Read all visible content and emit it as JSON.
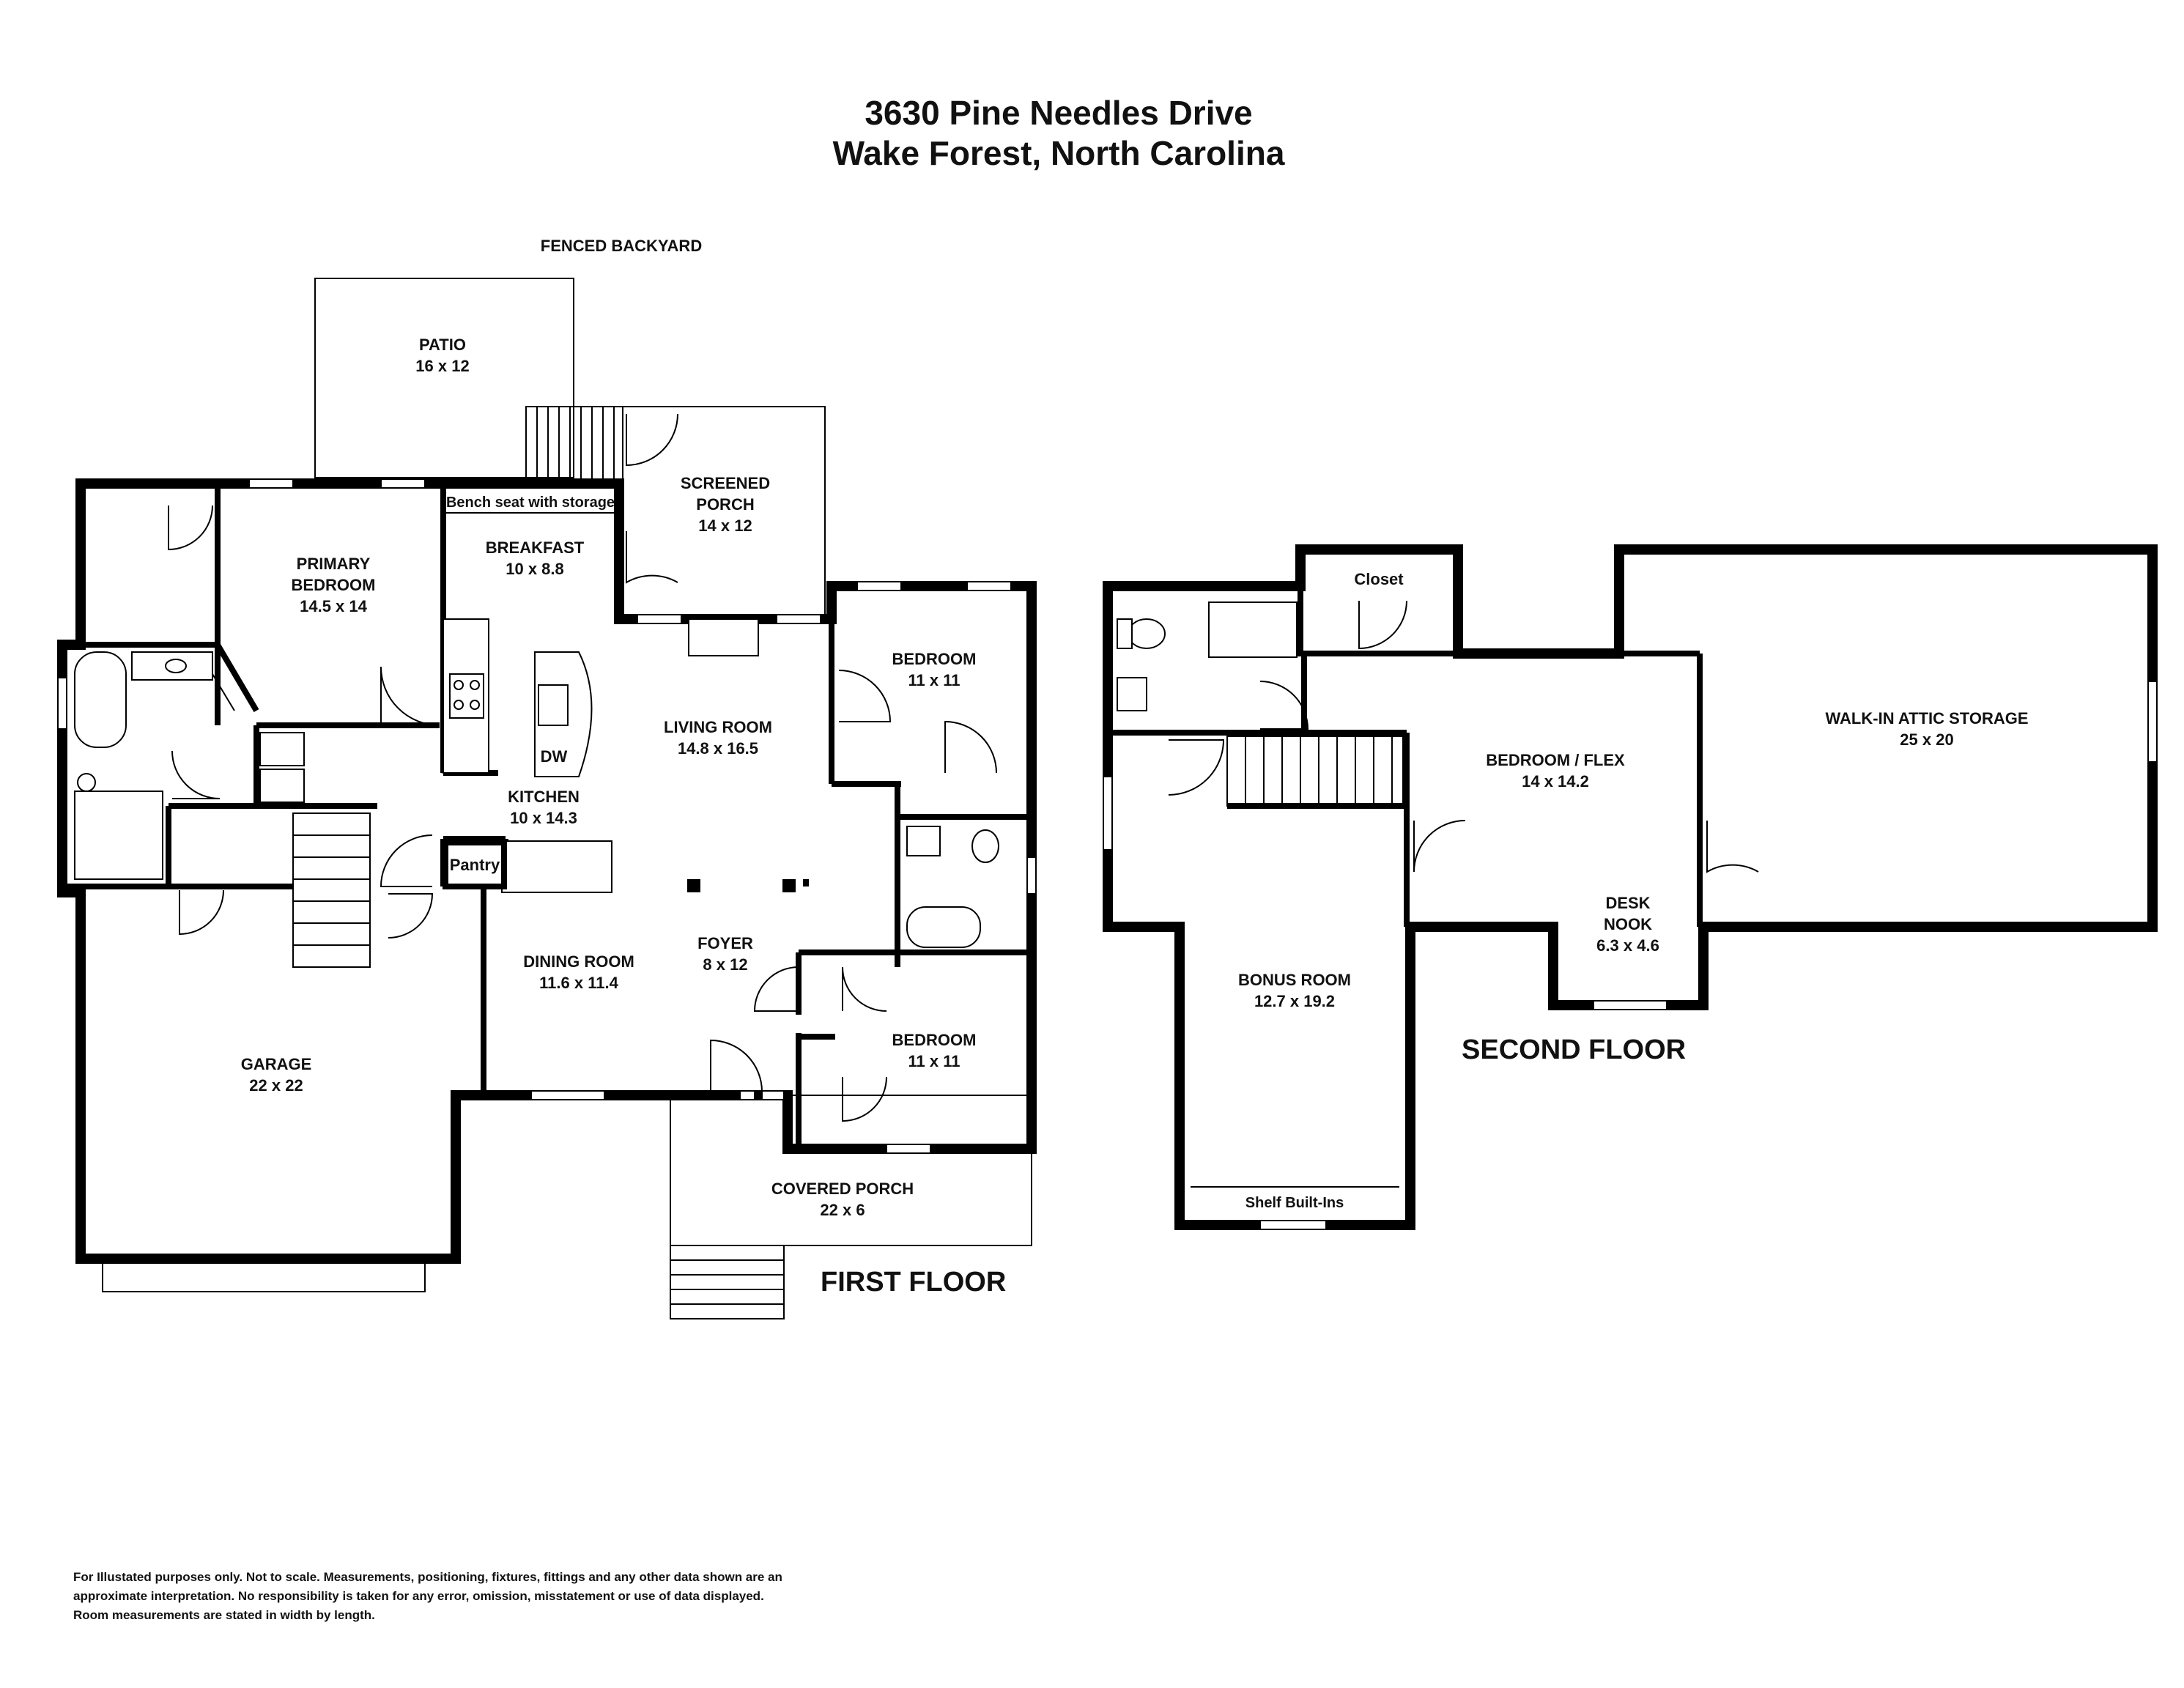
{
  "header": {
    "address_line1": "3630 Pine Needles Drive",
    "address_line2": "Wake Forest, North Carolina"
  },
  "first_floor": {
    "floor_label": "FIRST FLOOR",
    "outdoor_label": "FENCED BACKYARD",
    "bench_label": "Bench seat with storage",
    "dw_label": "DW",
    "pantry_label": "Pantry",
    "rooms": {
      "patio": {
        "name": "PATIO",
        "size": "16 x 12"
      },
      "screened_porch": {
        "name1": "SCREENED",
        "name2": "PORCH",
        "size": "14 x 12"
      },
      "primary_bedroom": {
        "name1": "PRIMARY",
        "name2": "BEDROOM",
        "size": "14.5 x 14"
      },
      "breakfast": {
        "name": "BREAKFAST",
        "size": "10 x 8.8"
      },
      "bedroom_upper": {
        "name": "BEDROOM",
        "size": "11 x 11"
      },
      "living_room": {
        "name": "LIVING ROOM",
        "size": "14.8 x 16.5"
      },
      "kitchen": {
        "name": "KITCHEN",
        "size": "10 x 14.3"
      },
      "dining_room": {
        "name": "DINING ROOM",
        "size": "11.6 x 11.4"
      },
      "foyer": {
        "name": "FOYER",
        "size": "8 x 12"
      },
      "bedroom_lower": {
        "name": "BEDROOM",
        "size": "11 x 11"
      },
      "garage": {
        "name": "GARAGE",
        "size": "22 x 22"
      },
      "covered_porch": {
        "name": "COVERED PORCH",
        "size": "22 x 6"
      }
    }
  },
  "second_floor": {
    "floor_label": "SECOND FLOOR",
    "closet_label": "Closet",
    "shelf_label": "Shelf Built-Ins",
    "rooms": {
      "bedroom_flex": {
        "name": "BEDROOM / FLEX",
        "size": "14 x 14.2"
      },
      "attic": {
        "name": "WALK-IN ATTIC STORAGE",
        "size": "25 x 20"
      },
      "desk_nook": {
        "name1": "DESK",
        "name2": "NOOK",
        "size": "6.3 x 4.6"
      },
      "bonus_room": {
        "name": "BONUS ROOM",
        "size": "12.7 x 19.2"
      }
    }
  },
  "disclaimer": [
    "For Illustated purposes only. Not to scale. Measurements, positioning, fixtures, fittings and any other data shown are an",
    "approximate interpretation. No responsibility is taken for any error, omission, misstatement or use of data displayed.",
    "Room measurements are stated in width by length."
  ]
}
